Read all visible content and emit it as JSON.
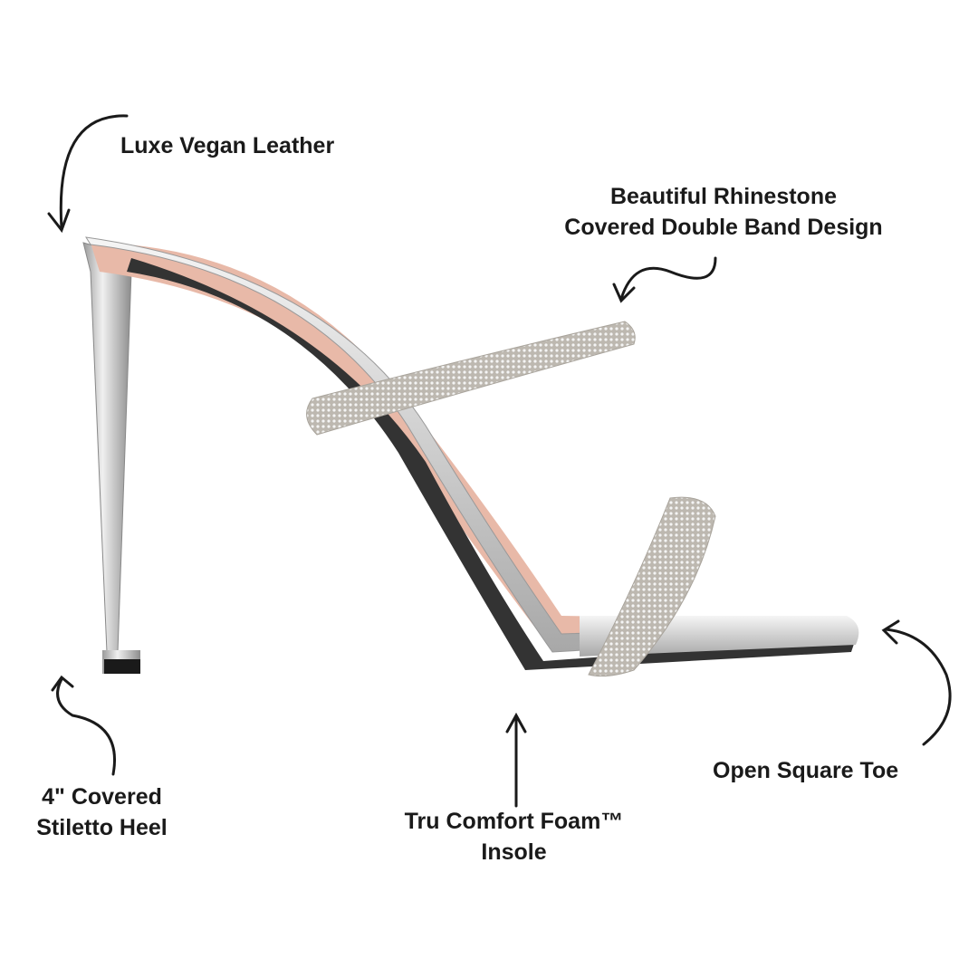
{
  "annotations": {
    "leather": "Luxe Vegan Leather",
    "rhinestone_line1": "Beautiful Rhinestone",
    "rhinestone_line2": "Covered Double Band Design",
    "heel_line1": "4\" Covered",
    "heel_line2": "Stiletto Heel",
    "insole_line1": "Tru Comfort Foam™",
    "insole_line2": "Insole",
    "toe": "Open Square Toe"
  },
  "colors": {
    "text": "#1a1a1a",
    "silver": "#c8c8c8",
    "insole": "#e8b9a8",
    "sole": "#2a2a2a"
  }
}
